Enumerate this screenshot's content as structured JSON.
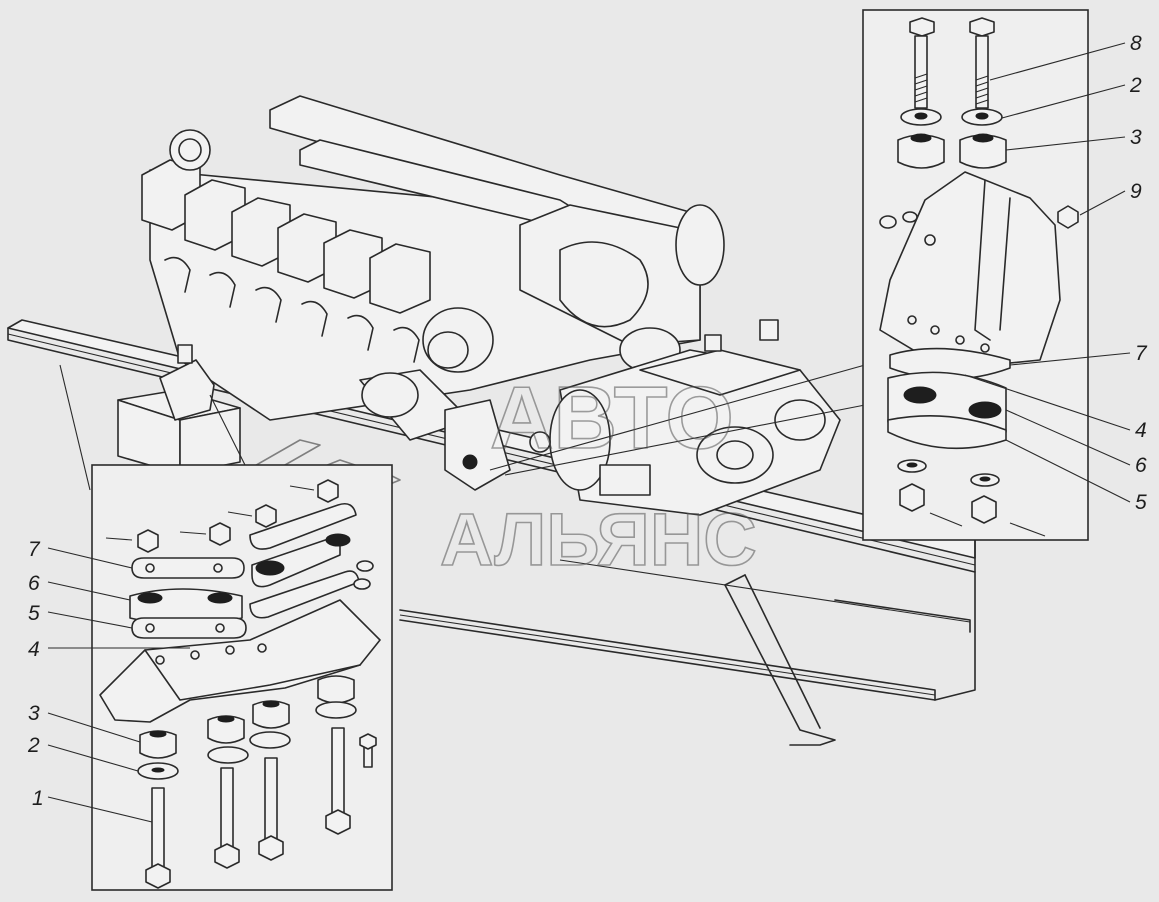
{
  "watermark": {
    "line1": "АВТО",
    "line2": "АЛЬЯНС"
  },
  "callouts_right": [
    {
      "label": "8"
    },
    {
      "label": "2"
    },
    {
      "label": "3"
    },
    {
      "label": "9"
    },
    {
      "label": "7"
    },
    {
      "label": "4"
    },
    {
      "label": "6"
    },
    {
      "label": "5"
    }
  ],
  "callouts_left": [
    {
      "label": "7"
    },
    {
      "label": "6"
    },
    {
      "label": "5"
    },
    {
      "label": "4"
    },
    {
      "label": "3"
    },
    {
      "label": "2"
    },
    {
      "label": "1"
    }
  ]
}
